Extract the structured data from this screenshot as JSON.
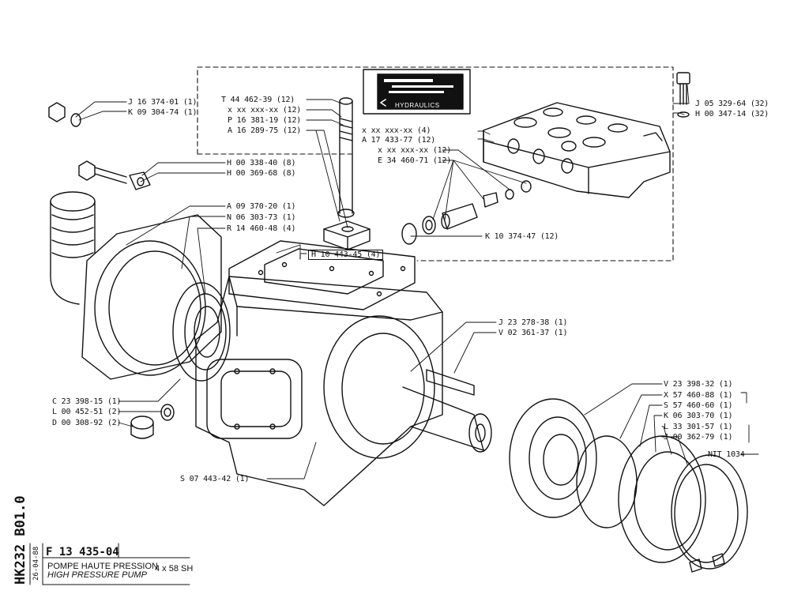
{
  "document": {
    "code": "F 13 435-04",
    "title_fr": "POMPE HAUTE PRESSION",
    "title_en": "HIGH PRESSURE PUMP",
    "size": "4 x 58 SH",
    "sheet": "HK232 B01.0",
    "date": "26-04-88",
    "plate_text": "HYDRAULICS"
  },
  "parts": {
    "j16374": "J 16 374-01 (1)",
    "k09304": "K 09 304-74 (1)",
    "h00338": "H 00 338-40 (8)",
    "h00369": "H 00 369-68 (8)",
    "a09370": "A 09 370-20 (1)",
    "n06303": "N 06 303-73 (1)",
    "r14460": "R 14 460-48 (4)",
    "h10443": "H 10 443-45 (4)",
    "t44462": "T 44 462-39 (12)",
    "xx12a": "x xx xxx-xx (12)",
    "p16381": "P 16 381-19 (12)",
    "a16289": "A 16 289-75 (12)",
    "xx4": "x xx xxx-xx (4)",
    "a17433": "A 17 433-77 (12)",
    "xx12b": "x xx xxx-xx (12)",
    "e34460": "E 34 460-71 (12)",
    "j05329": "J 05 329-64 (32)",
    "h00347": "H 00 347-14 (32)",
    "k10374": "K 10 374-47 (12)",
    "j23278": "J 23 278-38 (1)",
    "v02361": "V 02 361-37 (1)",
    "v23398": "V 23 398-32 (1)",
    "x57460": "X 57 460-88 (1)",
    "s57460": "S 57 460-60 (1)",
    "k06303": "K 06 303-70 (1)",
    "l33301": "L 33 301-57 (1)",
    "j00362": "J 00 362-79 (1)",
    "nit": "NIT 1034",
    "c23398": "C 23 398-15 (1)",
    "l00452": "L 00 452-51 (2)",
    "d00308": "D 00 308-92 (2)",
    "s07443": "S 07 443-42 (1)"
  }
}
